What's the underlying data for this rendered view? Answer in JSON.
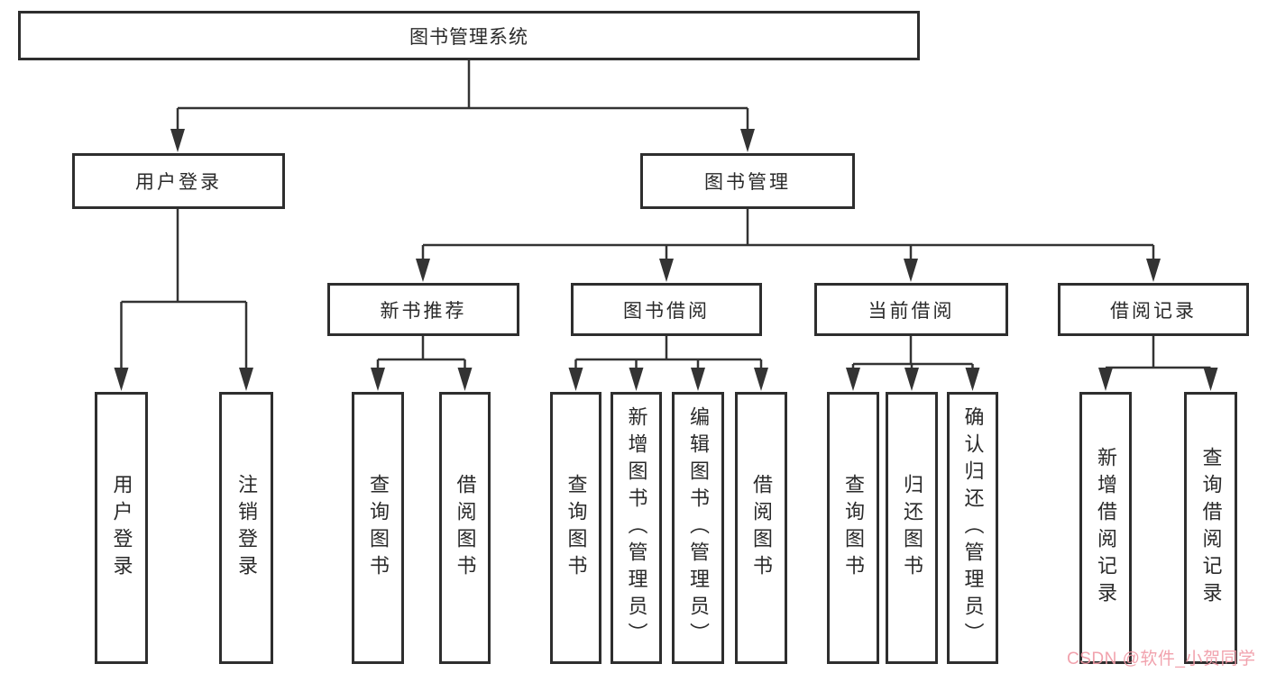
{
  "tree": {
    "root": {
      "label": "图书管理系统"
    },
    "children": [
      {
        "label": "用户登录",
        "children": [
          {
            "label": "用户登录"
          },
          {
            "label": "注销登录"
          }
        ]
      },
      {
        "label": "图书管理",
        "children": [
          {
            "label": "新书推荐",
            "children": [
              {
                "label": "查询图书"
              },
              {
                "label": "借阅图书"
              }
            ]
          },
          {
            "label": "图书借阅",
            "children": [
              {
                "label": "查询图书"
              },
              {
                "label": "新增图书（管理员）"
              },
              {
                "label": "编辑图书（管理员）"
              },
              {
                "label": "借阅图书"
              }
            ]
          },
          {
            "label": "当前借阅",
            "children": [
              {
                "label": "查询图书"
              },
              {
                "label": "归还图书"
              },
              {
                "label": "确认归还（管理员）"
              }
            ]
          },
          {
            "label": "借阅记录",
            "children": [
              {
                "label": "新增借阅记录"
              },
              {
                "label": "查询借阅记录"
              }
            ]
          }
        ]
      }
    ]
  },
  "watermark": {
    "text": "CSDN @软件_小贺同学",
    "color": "#F09AA6"
  },
  "colors": {
    "line": "#333333",
    "box_border": "#2E2E2E",
    "text": "#2A2A2A",
    "background": "#FFFFFF"
  }
}
